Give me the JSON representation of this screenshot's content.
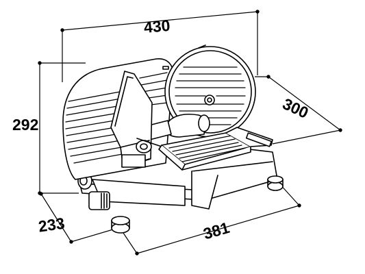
{
  "dimensions": {
    "width_label": "430",
    "depth_label": "300",
    "height_label": "292",
    "base_depth_label": "233",
    "base_width_label": "381"
  }
}
